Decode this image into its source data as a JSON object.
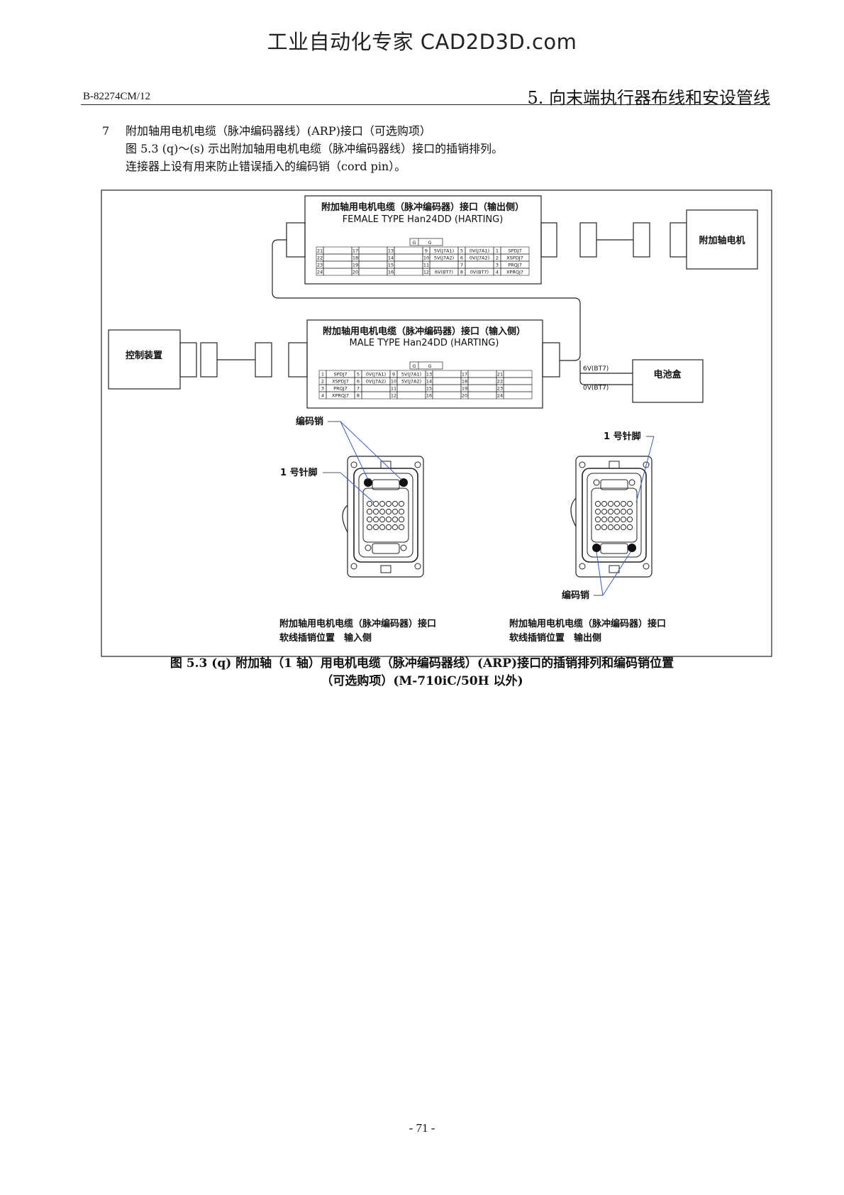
{
  "watermark": "工业自动化专家 CAD2D3D.com",
  "header": {
    "doc_code": "B-82274CM/12",
    "chapter": "5. 向末端执行器布线和安设管线"
  },
  "intro": {
    "number": "7",
    "line1": "附加轴用电机电缆（脉冲编码器线）(ARP)接口（可选购项）",
    "line2": "图 5.3 (q)～(s) 示出附加轴用电机电缆（脉冲编码器线）接口的插销排列。",
    "line3": "连接器上设有用来防止错误插入的编码销（cord pin）。"
  },
  "diagram": {
    "output_side": {
      "title": "附加轴用电机电缆（脉冲编码器）接口（输出侧）",
      "subtitle": "FEMALE TYPE Han24DD (HARTING)",
      "g_labels": [
        "G",
        "G"
      ],
      "rows": [
        [
          "21",
          "",
          "17",
          "",
          "13",
          "",
          "9",
          "5V(J7A1)",
          "5",
          "0V(J7A1)",
          "1",
          "SPDJ7"
        ],
        [
          "22",
          "",
          "18",
          "",
          "14",
          "",
          "10",
          "5V(J7A2)",
          "6",
          "0V(J7A2)",
          "2",
          "XSPDJ7"
        ],
        [
          "23",
          "",
          "19",
          "",
          "15",
          "",
          "11",
          "",
          "7",
          "",
          "3",
          "PRQJ7"
        ],
        [
          "24",
          "",
          "20",
          "",
          "16",
          "",
          "12",
          "6V(BT7)",
          "8",
          "0V(BT7)",
          "4",
          "XPRQJ7"
        ]
      ]
    },
    "input_side": {
      "title": "附加轴用电机电缆（脉冲编码器）接口（输入侧）",
      "subtitle": "MALE TYPE Han24DD (HARTING)",
      "g_labels": [
        "G",
        "G"
      ],
      "rows": [
        [
          "1",
          "SPDJ7",
          "5",
          "0V(J7A1)",
          "9",
          "5V(J7A1)",
          "13",
          "",
          "17",
          "",
          "21",
          ""
        ],
        [
          "2",
          "XSPDJ7",
          "6",
          "0V(J7A2)",
          "10",
          "5V(J7A2)",
          "14",
          "",
          "18",
          "",
          "22",
          ""
        ],
        [
          "3",
          "PRQJ7",
          "7",
          "",
          "11",
          "",
          "15",
          "",
          "19",
          "",
          "23",
          ""
        ],
        [
          "4",
          "XPRQJ7",
          "8",
          "",
          "12",
          "",
          "16",
          "",
          "20",
          "",
          "24",
          ""
        ]
      ]
    },
    "motor": "附加轴电机",
    "controller": "控制装置",
    "battery": "电池盒",
    "battery_wire_6v": "6V(BT7)",
    "battery_wire_0v": "0V(BT7)",
    "label_code_pin": "编码销",
    "label_pin1": "1 号针脚",
    "caption_input_line1": "附加轴用电机电缆（脉冲编码器）接口",
    "caption_input_line2": "软线插销位置　输入侧",
    "caption_output_line1": "附加轴用电机电缆（脉冲编码器）接口",
    "caption_output_line2": "软线插销位置　输出侧"
  },
  "figure_caption": {
    "line1": "图 5.3 (q) 附加轴（1 轴）用电机电缆（脉冲编码器线）(ARP)接口的插销排列和编码销位置",
    "line2": "（可选购项）(M-710iC/50H 以外)"
  },
  "page_number": "- 71 -"
}
